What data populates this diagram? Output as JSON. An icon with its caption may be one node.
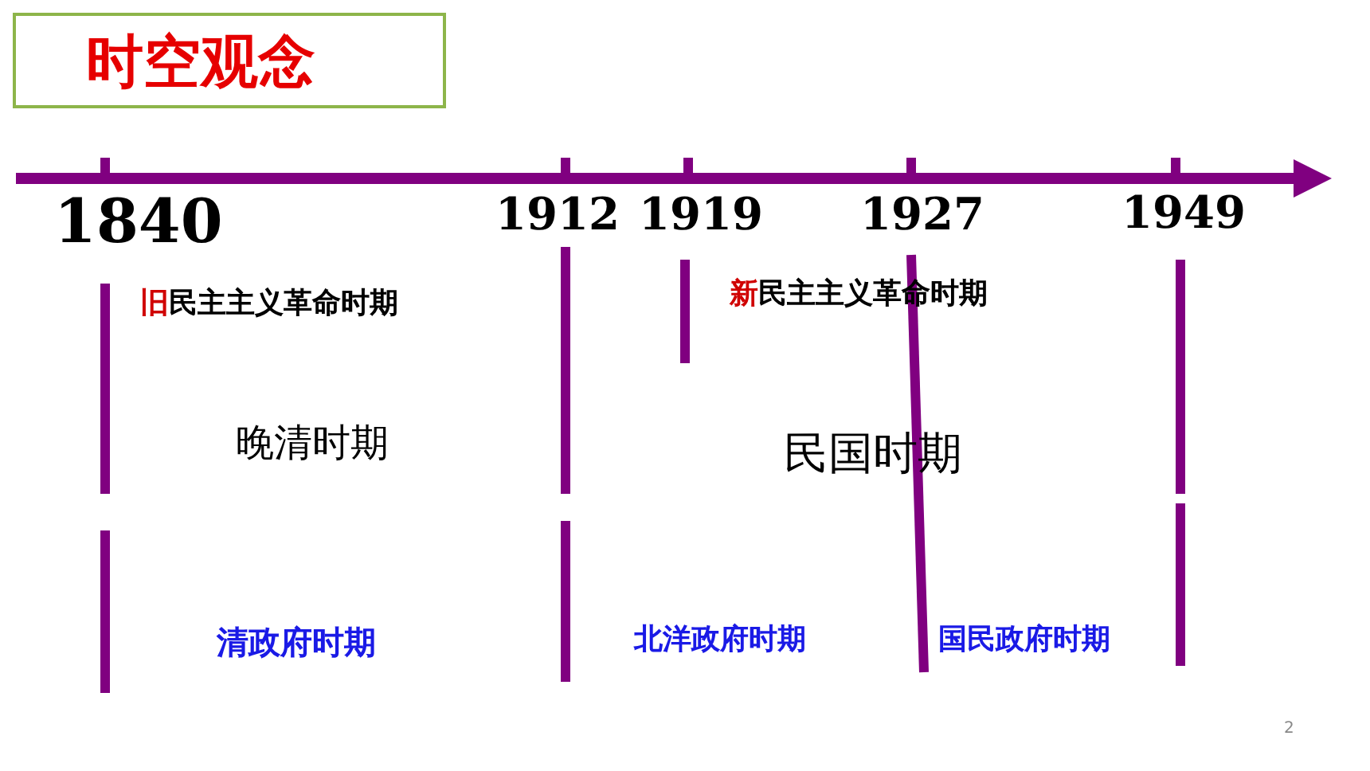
{
  "diagram": {
    "title": "时空观念",
    "labels": [
      "1840",
      "1912",
      "1919",
      "1927",
      "1949",
      "旧民主主义革命时期",
      "新民主主义革命时期",
      "晚清时期",
      "民国时期",
      "清政府时期",
      "北洋政府时期",
      "国民政府时期",
      "2"
    ]
  }
}
